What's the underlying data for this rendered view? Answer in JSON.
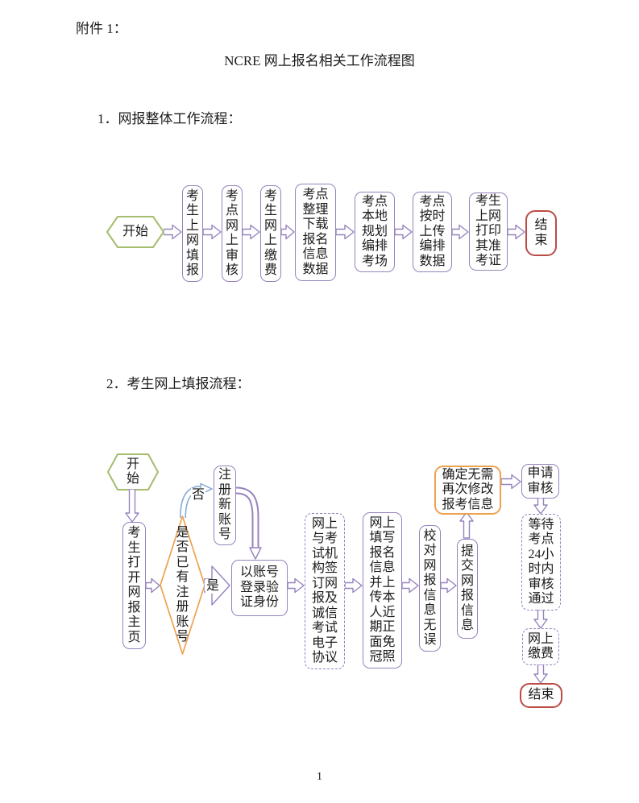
{
  "colors": {
    "purple": "#9683bd",
    "orange": "#eca24f",
    "green": "#a6bc6f",
    "red": "#bb4b45",
    "blue": "#7fa7d6",
    "text": "#1b1b1b"
  },
  "page": {
    "attachment_label": "附件 1：",
    "title": "NCRE 网上报名相关工作流程图",
    "page_number": "1"
  },
  "section1": {
    "heading": "1．网报整体工作流程：",
    "flow": {
      "start": "开始",
      "steps": [
        "考生上网填报",
        "考点网上审核",
        "考生网上缴费",
        "考点整理下载报名信息数据",
        "考点本地规划编排考场",
        "考点按时上传编排数据",
        "考生上网打印其准考证"
      ],
      "end": "结束"
    }
  },
  "section2": {
    "heading": "2．考生网上填报流程：",
    "flow": {
      "start": "开始",
      "open_homepage": "考生打开网报主页",
      "decision": "是否已有注册账号",
      "no_label": "否",
      "yes_label": "是",
      "register": "注册新账号",
      "login": "以账号登录验证身份",
      "agreement": "网上与考试机构签订网报及诚信考试电子协议",
      "fill_upload": "网上填写报名信息并上传本人近期正面免冠照",
      "proofread": "校对网报信息无误",
      "submit": "提交网报信息",
      "confirm": "确定无需再次修改报考信息",
      "apply_review": "申请审核",
      "wait_review": "等待考点24小时内审核通过",
      "pay": "网上缴费",
      "end": "结束"
    }
  }
}
